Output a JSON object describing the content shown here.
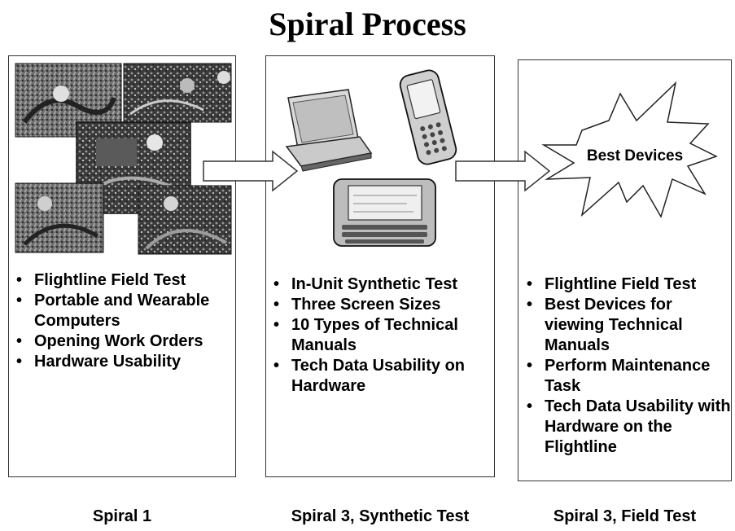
{
  "title": "Spiral Process",
  "panels": [
    {
      "bullets": [
        "Flightline Field Test",
        "Portable and Wearable Computers",
        "Opening Work Orders",
        "Hardware Usability"
      ],
      "caption": "Spiral 1"
    },
    {
      "bullets": [
        "In-Unit Synthetic Test",
        "Three Screen Sizes",
        "10 Types of Technical Manuals",
        "Tech Data Usability on Hardware"
      ],
      "caption": "Spiral 3, Synthetic Test"
    },
    {
      "starburst_label": "Best Devices",
      "bullets": [
        "Flightline Field Test",
        "Best Devices for viewing Technical Manuals",
        "Perform Maintenance Task",
        "Tech Data Usability with Hardware on the Flightline"
      ],
      "caption": "Spiral 3, Field Test"
    }
  ],
  "icons": {
    "photo_collage": "photo-collage-icon",
    "laptop": "laptop-icon",
    "phone": "phone-icon",
    "pda": "handheld-pda-icon",
    "arrow": "right-arrow-icon",
    "starburst": "starburst-icon"
  },
  "colors": {
    "text": "#000000",
    "border": "#333333",
    "photo_dark": "#2b2b2b",
    "photo_mid": "#6f6f6f",
    "photo_light": "#b9b9b9"
  }
}
